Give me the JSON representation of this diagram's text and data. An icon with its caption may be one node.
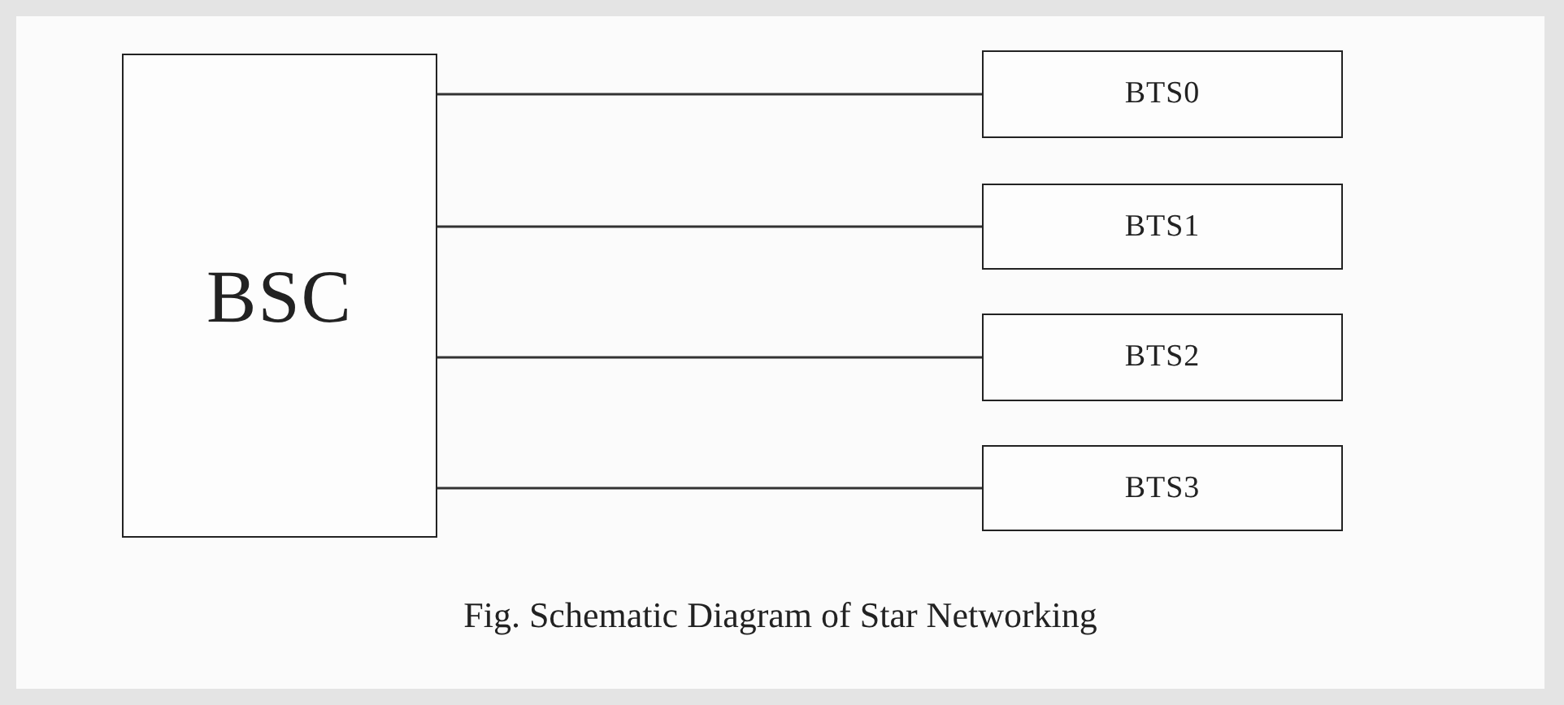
{
  "diagram": {
    "caption": "Fig. Schematic Diagram of Star Networking",
    "nodes": [
      {
        "text": [
          "BSC"
        ]
      },
      {
        "text": [
          "BTS0"
        ]
      },
      {
        "text": [
          "BTS1"
        ]
      },
      {
        "text": [
          "BTS2"
        ]
      },
      {
        "text": [
          "BTS3"
        ]
      }
    ],
    "edges": [
      {
        "from": 0,
        "to": 1,
        "arrow": "none"
      },
      {
        "from": 0,
        "to": 2,
        "arrow": "none"
      },
      {
        "from": 0,
        "to": 3,
        "arrow": "none"
      },
      {
        "from": 0,
        "to": 4,
        "arrow": "none"
      }
    ]
  }
}
